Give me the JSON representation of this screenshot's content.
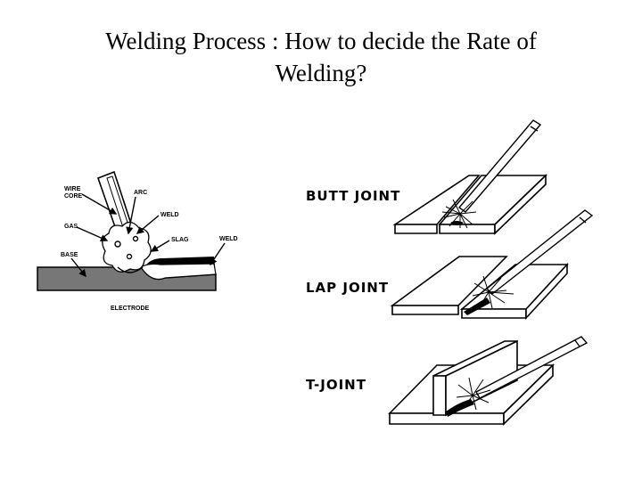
{
  "slide": {
    "title_line1": "Welding Process : How to decide the Rate of",
    "title_line2": "Welding?"
  },
  "left_diagram": {
    "labels": {
      "wire_core_1": "WIRE",
      "wire_core_2": "CORE",
      "arc": "ARC",
      "weld_top": "WELD",
      "gas": "GAS",
      "slag": "SLAG",
      "weld_right": "WELD",
      "base": "BASE",
      "electrode": "ELECTRODE"
    }
  },
  "joints": {
    "butt": "BUTT JOINT",
    "lap": "LAP JOINT",
    "t": "T-JOINT"
  },
  "colors": {
    "base_plate": "#777777",
    "slag": "#000000"
  }
}
